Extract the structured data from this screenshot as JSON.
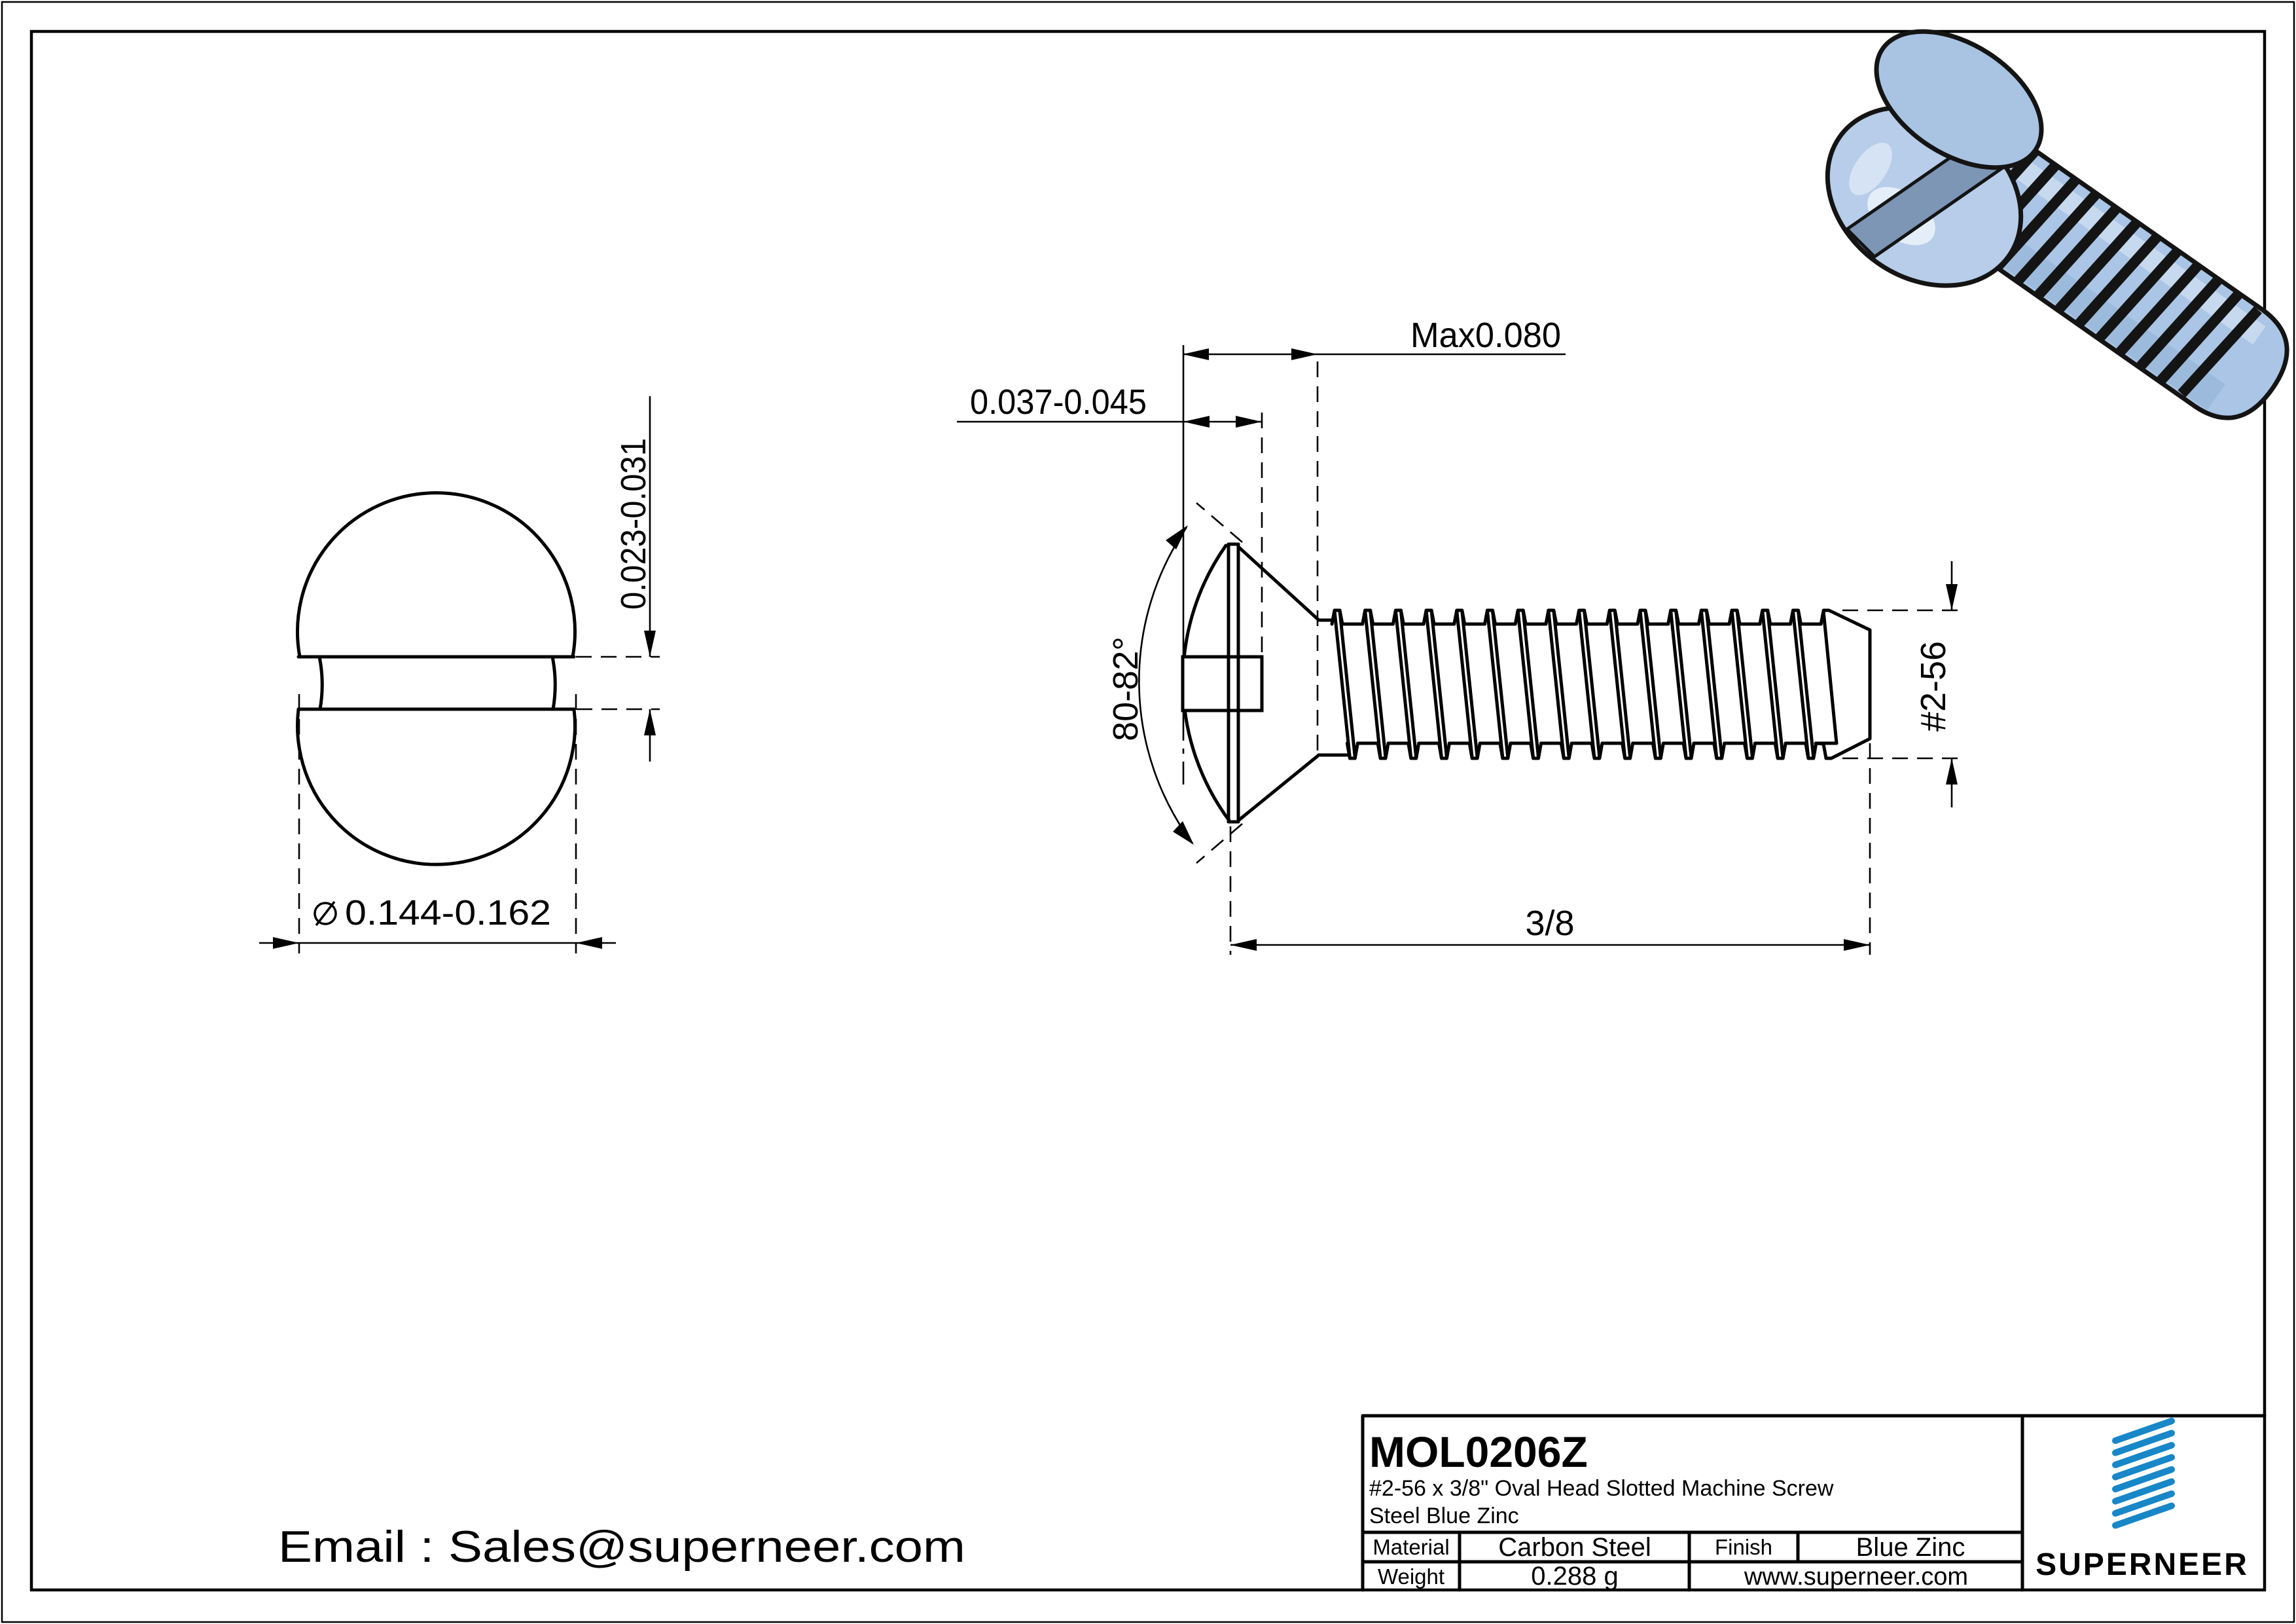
{
  "drawing": {
    "part_number": "MOL0206Z",
    "description_line1": "#2-56 x 3/8\" Oval Head Slotted Machine Screw",
    "description_line2": "Steel Blue Zinc",
    "material_label": "Material",
    "material_value": "Carbon Steel",
    "finish_label": "Finish",
    "finish_value": "Blue Zinc",
    "weight_label": "Weight",
    "weight_value": "0.288 g",
    "website": "www.superneer.com",
    "brand": "SUPERNEER",
    "email": "Email : Sales@superneer.com"
  },
  "dimensions": {
    "slot_width": "0.023-0.031",
    "head_diameter": "0.144-0.162",
    "head_height_max": "Max0.080",
    "slot_depth": "0.037-0.045",
    "head_angle": "80-82°",
    "thread_size": "#2-56",
    "length": "3/8"
  },
  "colors": {
    "accent_blue": "#1787c8",
    "screw_light": "#aec8e6",
    "screw_lobe": "#b7cde9",
    "screw_top": "#a9c3e3",
    "screw_slot": "#7d96b6",
    "screw_shadow": "#8fb0d4",
    "screw_highlight": "#e9f2fb",
    "outline": "#141414"
  }
}
